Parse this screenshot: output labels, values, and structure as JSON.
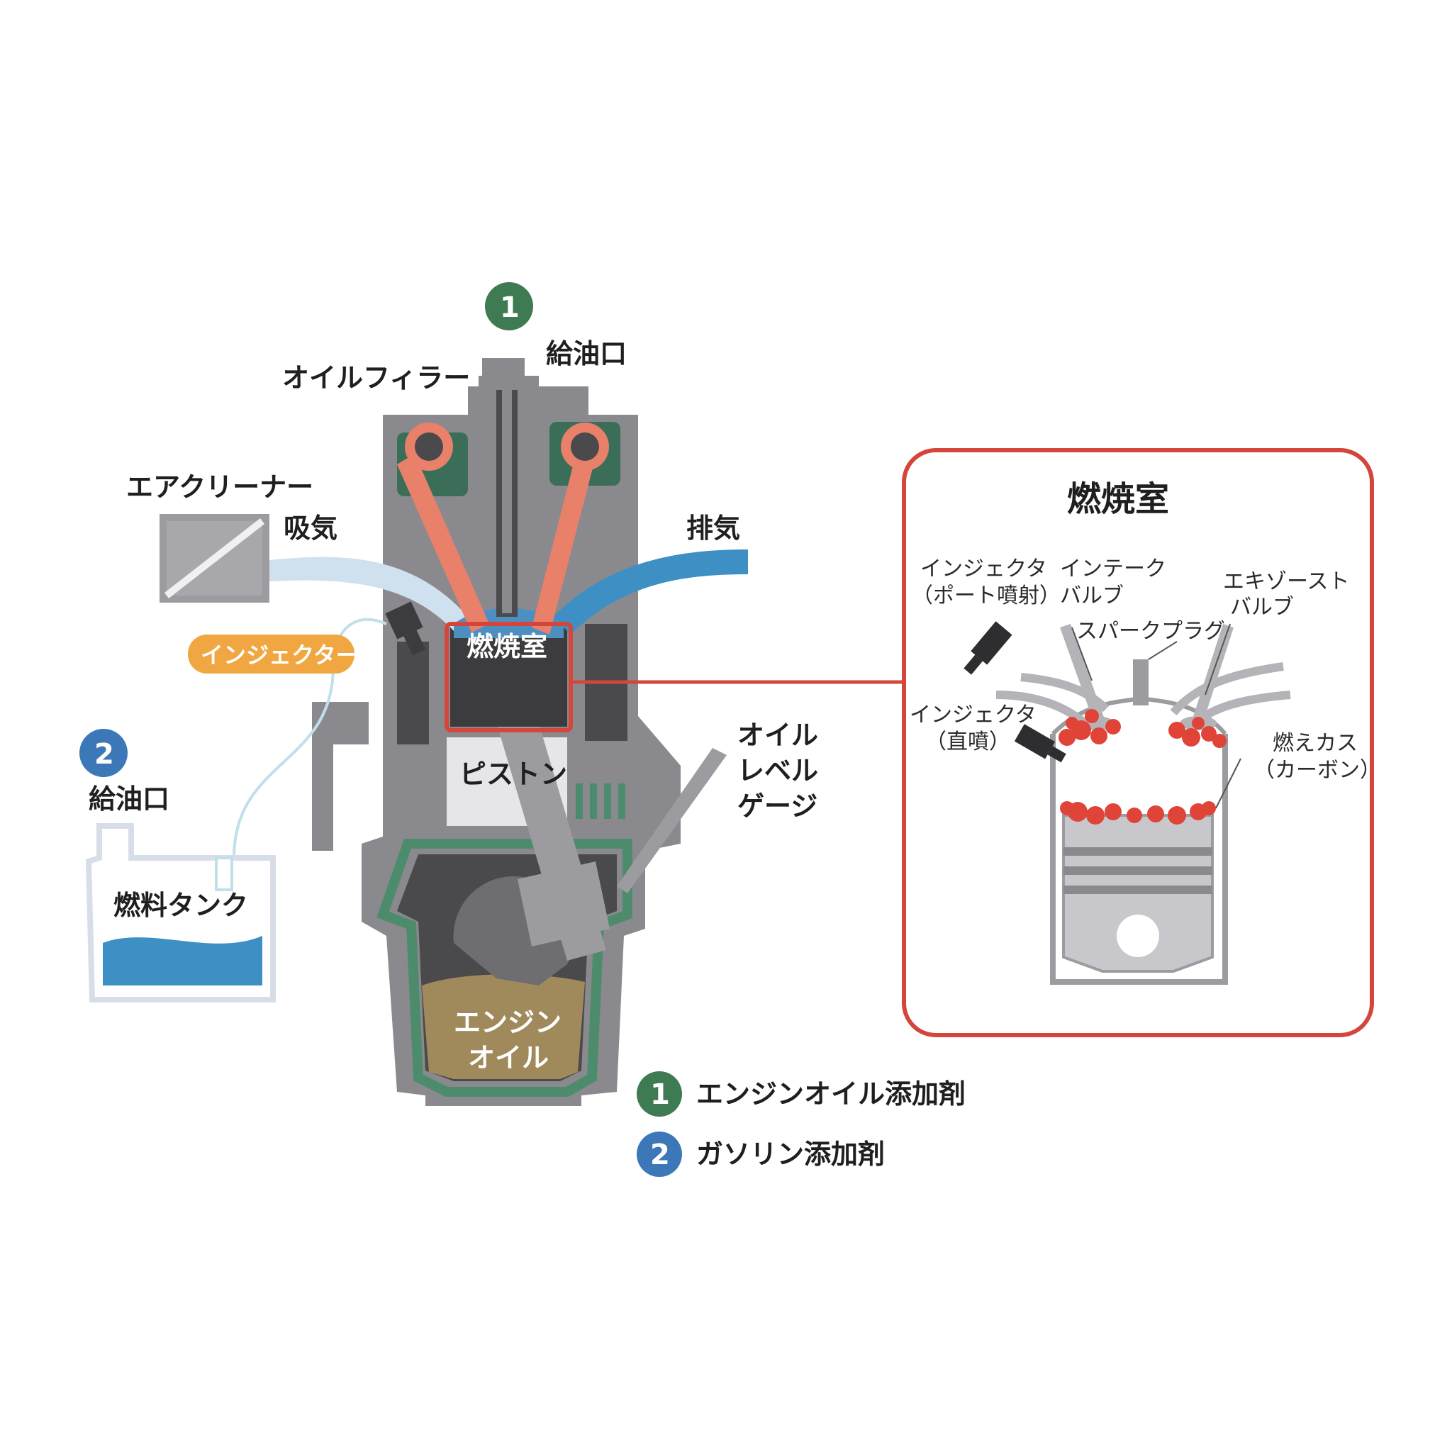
{
  "engine": {
    "oil_filler_label": "オイルフィラー",
    "oil_inlet_label": "給油口",
    "air_cleaner_label": "エアクリーナー",
    "intake_label": "吸気",
    "exhaust_label": "排気",
    "combustion_chamber_label": "燃焼室",
    "piston_label": "ピストン",
    "injector_label": "インジェクター",
    "oil_level_gauge_lines": [
      "オイル",
      "レベル",
      "ゲージ"
    ],
    "engine_oil_lines": [
      "エンジン",
      "オイル"
    ]
  },
  "fuel_tank": {
    "inlet_label": "給油口",
    "tank_label": "燃料タンク"
  },
  "badges": {
    "one": "1",
    "two": "2"
  },
  "detail_panel": {
    "title": "燃焼室",
    "injector_port_lines": [
      "インジェクタ",
      "（ポート噴射）"
    ],
    "intake_valve_lines": [
      "インテーク",
      "バルブ"
    ],
    "exhaust_valve_lines": [
      "エキゾースト",
      "バルブ"
    ],
    "spark_plug_label": "スパークプラグ",
    "injector_direct_lines": [
      "インジェクタ",
      "（直噴）"
    ],
    "carbon_lines": [
      "燃えカス",
      "（カーボン）"
    ]
  },
  "legend": {
    "items": [
      {
        "num": "1",
        "label": "エンジンオイル添加剤",
        "color": "#3e7a52"
      },
      {
        "num": "2",
        "label": "ガソリン添加剤",
        "color": "#3c78b8"
      }
    ]
  },
  "colors": {
    "badge_green": "#3e7a52",
    "badge_blue": "#3c78b8",
    "injector_orange": "#f0a641",
    "panel_red": "#d4463c",
    "carbon_red": "#e04438",
    "intake_blue": "#cfe0ee",
    "exhaust_blue": "#3d8fc4",
    "oil_brown": "#a08a5c",
    "engine_gray": "#8a8a8e",
    "crankcase_green": "#4c8c6c"
  }
}
